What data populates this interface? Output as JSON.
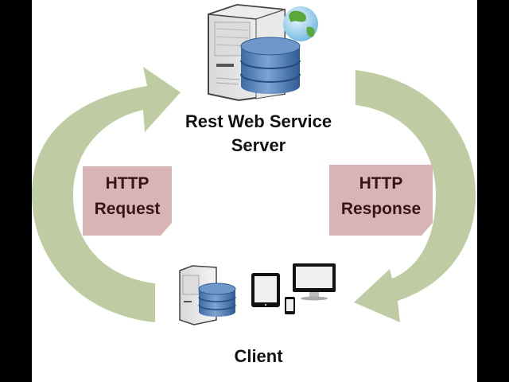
{
  "diagram": {
    "title": "REST web service request/response cycle",
    "server": {
      "label_line1": "Rest Web Service",
      "label_line2": "Server",
      "icons": [
        "server-tower-icon",
        "database-icon",
        "globe-icon"
      ]
    },
    "client": {
      "label": "Client",
      "icons": [
        "server-tower-icon",
        "database-icon",
        "tablet-icon",
        "smartphone-icon",
        "desktop-monitor-icon"
      ]
    },
    "request": {
      "line1": "HTTP",
      "line2": "Request",
      "direction": "client-to-server"
    },
    "response": {
      "line1": "HTTP",
      "line2": "Response",
      "direction": "server-to-client"
    },
    "colors": {
      "arrow": "#bfcca3",
      "box": "#d8b4b4",
      "box_text": "#3a1414",
      "background": "#ffffff",
      "frame": "#000000",
      "db_blue": "#4f7db4"
    }
  }
}
